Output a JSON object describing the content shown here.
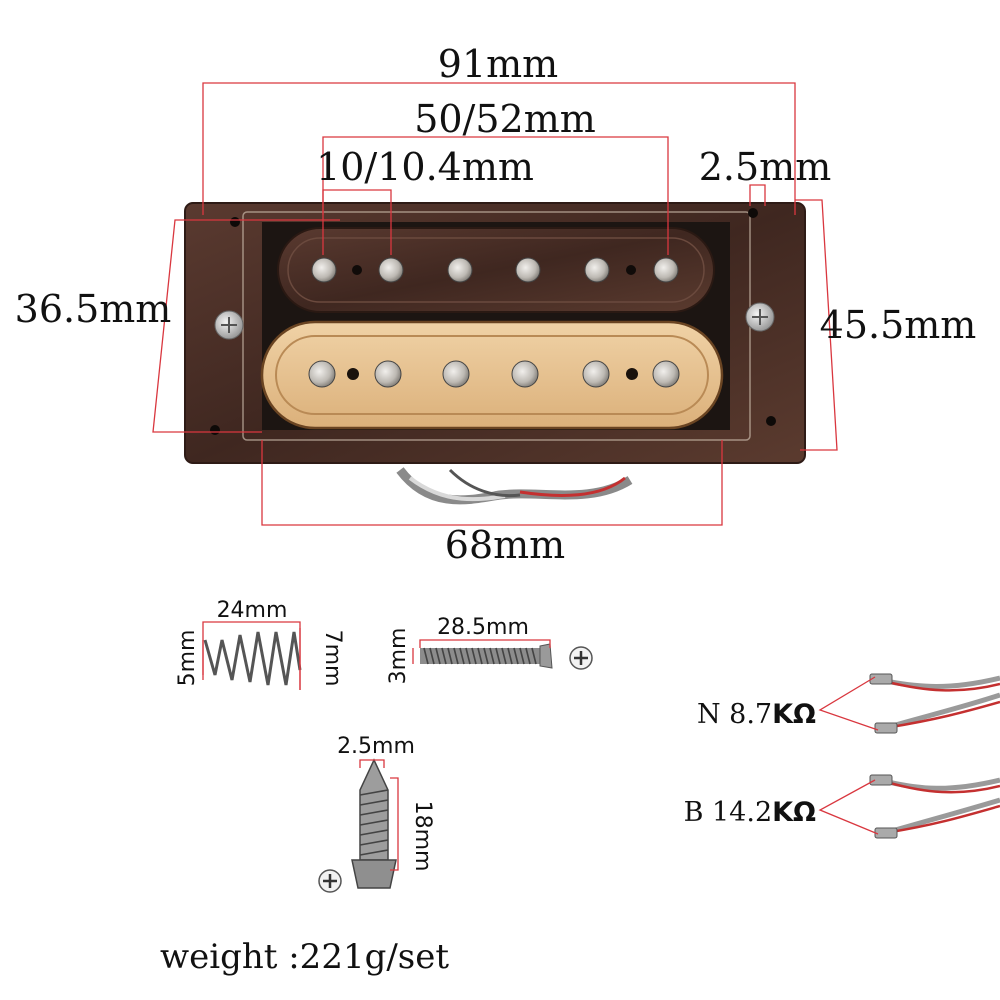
{
  "pickup": {
    "overall_width": "91mm",
    "pole_span": "50/52mm",
    "pole_spacing": "10/10.4mm",
    "hole_size": "2.5mm",
    "inner_height": "36.5mm",
    "outer_height": "45.5mm",
    "inner_width": "68mm"
  },
  "spring": {
    "length": "24mm",
    "small_diameter": "5mm",
    "large_diameter": "7mm"
  },
  "height_screw": {
    "length": "28.5mm",
    "diameter": "3mm"
  },
  "mount_screw": {
    "diameter": "2.5mm",
    "length": "18mm"
  },
  "resistance": {
    "neck_prefix": "N 8.7",
    "neck_unit": "KΩ",
    "bridge_prefix": "B 14.2",
    "bridge_unit": "KΩ"
  },
  "weight": "weight :221g/set",
  "colors": {
    "dimension_line": "#d9373f",
    "rosewood": "#4a2f27",
    "maple": "#e6c08f",
    "pole_steel": "#c9c6c1"
  },
  "icons": [
    "phillips-screw-head-icon",
    "phillips-screw-head-icon"
  ]
}
